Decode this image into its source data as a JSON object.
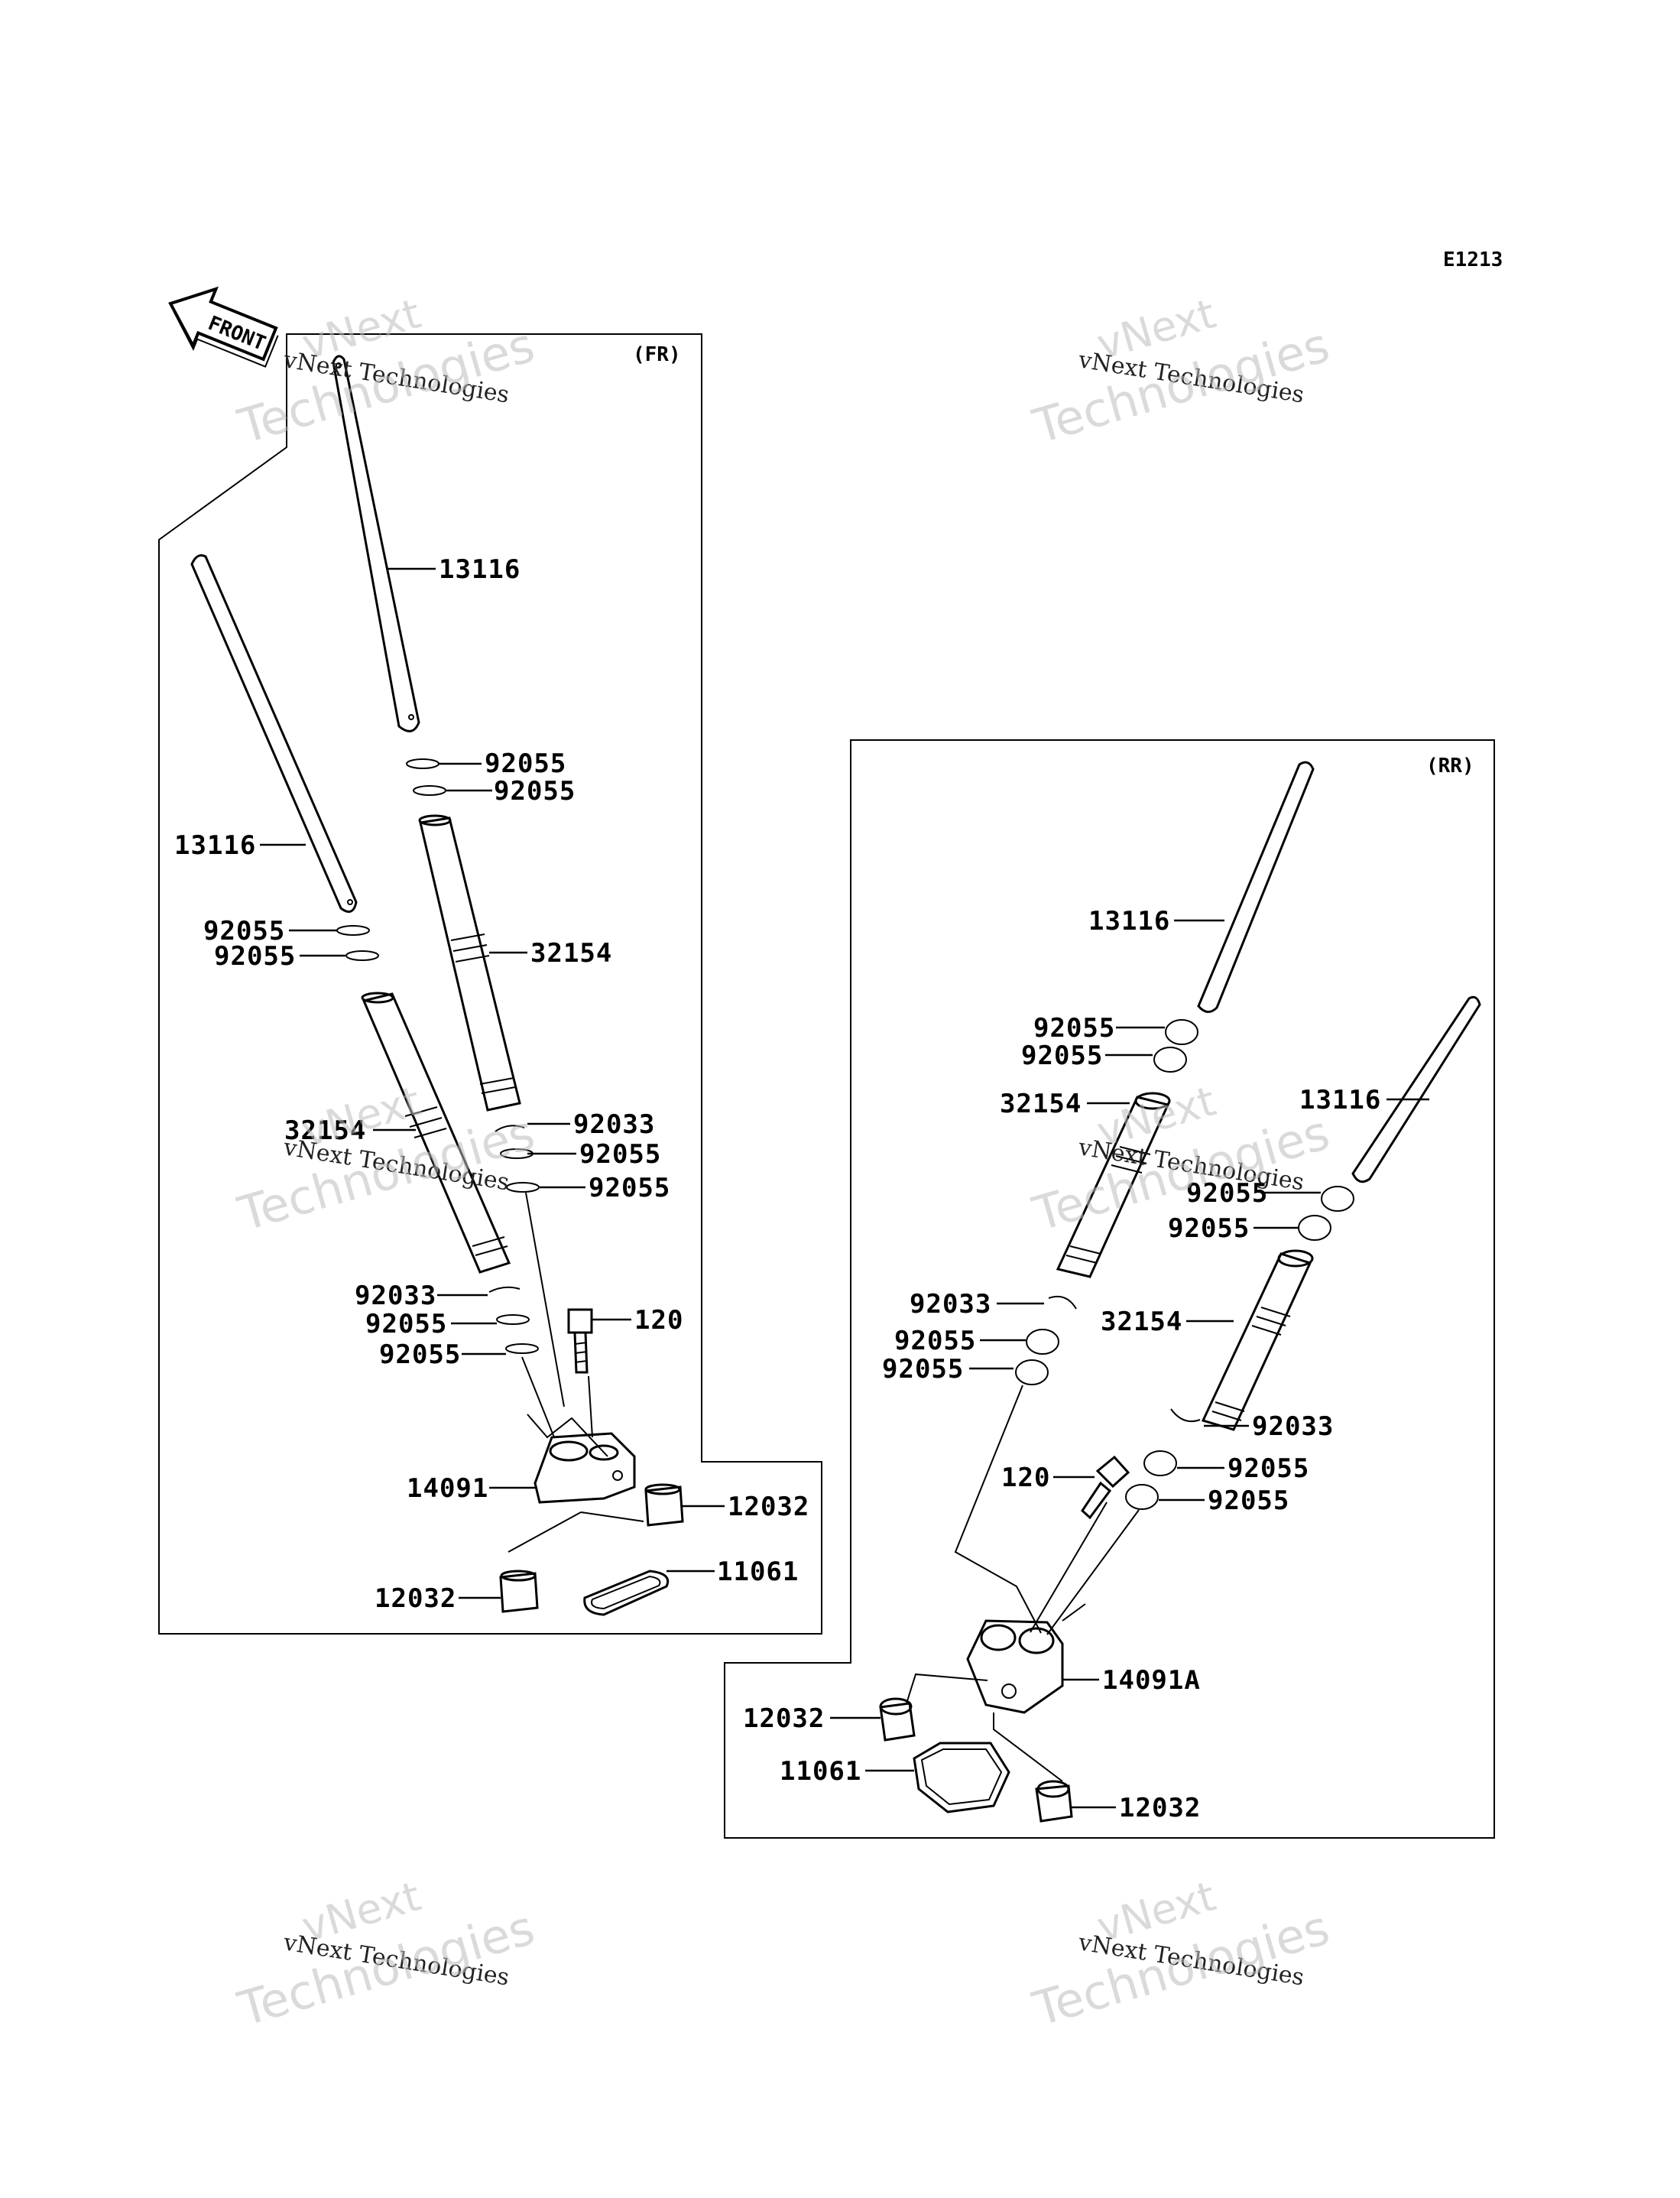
{
  "diagram": {
    "code": "E1213",
    "front_label": "FRONT",
    "sections": {
      "front": {
        "label": "(FR)"
      },
      "rear": {
        "label": "(RR)"
      }
    },
    "watermark": {
      "line1": "vNext",
      "line2": "vNext Technologies",
      "line3": "Technologies"
    },
    "fr_labels": [
      "13116",
      "92055",
      "92055",
      "13116",
      "92055",
      "92055",
      "32154",
      "32154",
      "92033",
      "92055",
      "92055",
      "92033",
      "92055",
      "120",
      "92055",
      "14091",
      "12032",
      "11061",
      "12032"
    ],
    "rr_labels": [
      "13116",
      "92055",
      "92055",
      "32154",
      "13116",
      "92055",
      "92055",
      "92033",
      "32154",
      "92055",
      "92055",
      "92033",
      "92055",
      "120",
      "92055",
      "14091A",
      "12032",
      "11061",
      "12032"
    ]
  }
}
